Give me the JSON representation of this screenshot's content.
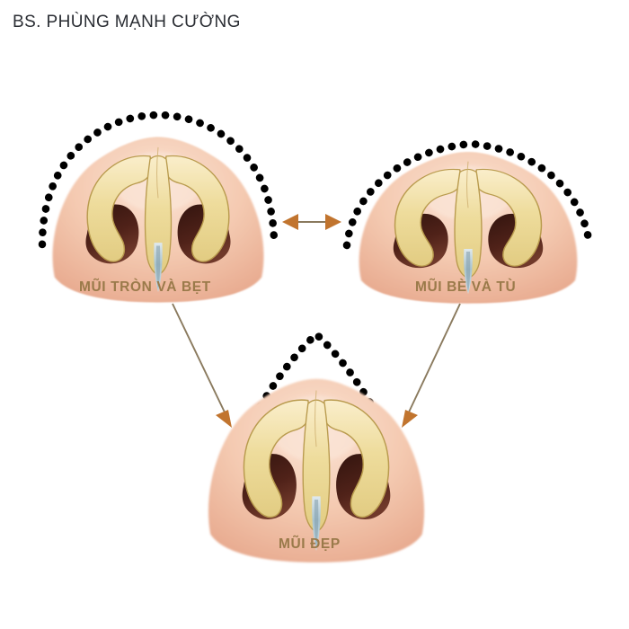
{
  "header": {
    "title": "BS. PHÙNG MẠNH CƯỜNG"
  },
  "background_color": "#ffffff",
  "palette": {
    "skin_light": "#f7d7c4",
    "skin_mid": "#f2c0a4",
    "skin_shadow": "#e2a489",
    "cartilage_light": "#f6e7b8",
    "cartilage_mid": "#e8cf86",
    "cartilage_outline": "#b99b4e",
    "nostril_dark": "#4a2018",
    "nostril_mid": "#6e3526",
    "columella_blue": "#b9cfd8",
    "label_text": "#9a7a4a",
    "header_text": "#2a2d33",
    "arrow_fill": "#c1742e",
    "arrow_line": "#8a7a5e",
    "outline_dots": "#000000"
  },
  "figures": [
    {
      "id": "nose-round-flat",
      "label": "MŨI TRÒN VÀ BẸT",
      "outline_shape": "dome",
      "outline_description": "rounded semicircular dotted outline"
    },
    {
      "id": "nose-wide-blunt",
      "label": "MŨI BÈ VÀ TÙ",
      "outline_shape": "broad-low-triangle",
      "outline_description": "wide flattened dotted outline"
    },
    {
      "id": "nose-ideal",
      "label": "MŨI ĐẸP",
      "outline_shape": "triangle",
      "outline_description": "sharp triangular dotted outline"
    }
  ],
  "connectors": [
    {
      "id": "arrow-between-top",
      "type": "double-headed-horizontal",
      "from": "nose-round-flat",
      "to": "nose-wide-blunt"
    },
    {
      "id": "arrow-left-to-ideal",
      "type": "single-headed-diagonal",
      "from": "nose-round-flat",
      "to": "nose-ideal"
    },
    {
      "id": "arrow-right-to-ideal",
      "type": "single-headed-diagonal",
      "from": "nose-wide-blunt",
      "to": "nose-ideal"
    }
  ]
}
